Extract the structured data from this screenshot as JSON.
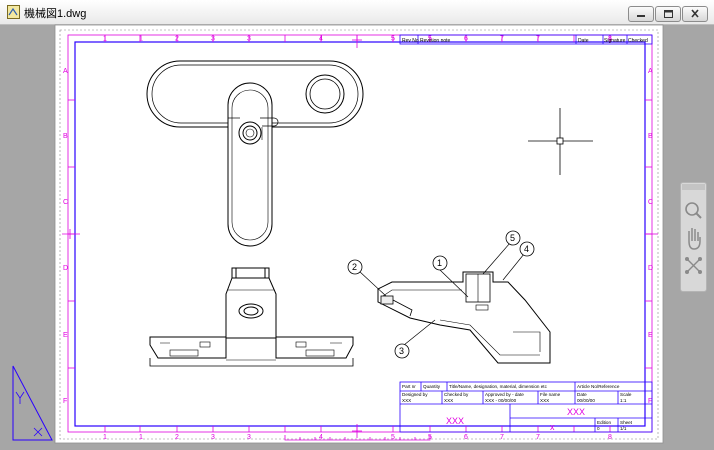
{
  "window": {
    "title": "機械図1.dwg",
    "controls": [
      "minimize-icon",
      "maximize-icon",
      "close-icon"
    ]
  },
  "drawing": {
    "column_labels_top": [
      "1",
      "1",
      "2",
      "3",
      "3",
      "4",
      "5",
      "5",
      "6",
      "7",
      "7",
      "8"
    ],
    "column_labels_bottom": [
      "1",
      "1",
      "2",
      "3",
      "3",
      "4",
      "5",
      "5",
      "6",
      "7",
      "7",
      "8"
    ],
    "row_labels": [
      "A",
      "B",
      "C",
      "D",
      "E",
      "F"
    ],
    "revision_table": {
      "headers": [
        "Rev No",
        "Revision note",
        "Date",
        "Signature",
        "Checked"
      ]
    },
    "title_block": {
      "parts_header": [
        "Part nr",
        "Quantity",
        "Title/Name, designation, material, dimension etc",
        "Article No/Reference"
      ],
      "row1_labels": [
        "Designed by",
        "Checked by",
        "Approved by - date",
        "File name",
        "Date",
        "Scale"
      ],
      "row1_values": [
        "XXX",
        "XXX",
        "XXX - 00/00/00",
        "XXX",
        "00/00/00",
        "1:1"
      ],
      "owner": "XXX",
      "title": "XXX",
      "drawing_number": "x",
      "edition_label": "Edition",
      "edition_value": "0",
      "sheet_label": "Sheet",
      "sheet_value": "1/1"
    },
    "balloons": [
      "1",
      "2",
      "3",
      "4",
      "5"
    ],
    "crosshair_icon": "crosshair-cursor",
    "ucs_icon": "ucs-icon"
  },
  "toolbar": {
    "icons": [
      "zoom-icon",
      "pan-hand-icon",
      "orbit-icon"
    ]
  }
}
